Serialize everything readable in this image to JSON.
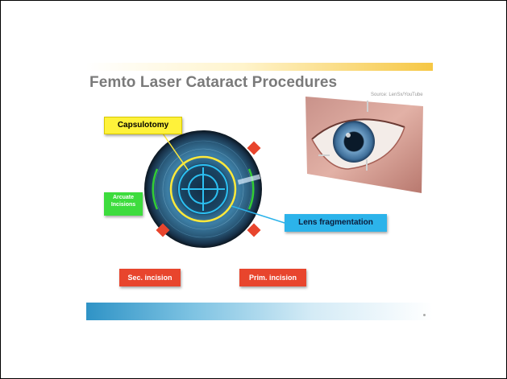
{
  "slide": {
    "title": "Femto Laser Cataract Procedures",
    "source": "Source: LenSx/YouTube"
  },
  "labels": {
    "capsulotomy": "Capsulotomy",
    "arcuate_line1": "Arcuate",
    "arcuate_line2": "Incisions",
    "lens_fragmentation": "Lens fragmentation",
    "sec_incision": "Sec. incision",
    "prim_incision": "Prim. incision"
  },
  "colors": {
    "capsulotomy": "#fff23a",
    "arcuate": "#3ddc3d",
    "lens": "#2cb3ea",
    "incision": "#e8452d",
    "title": "#7a7a7a"
  }
}
